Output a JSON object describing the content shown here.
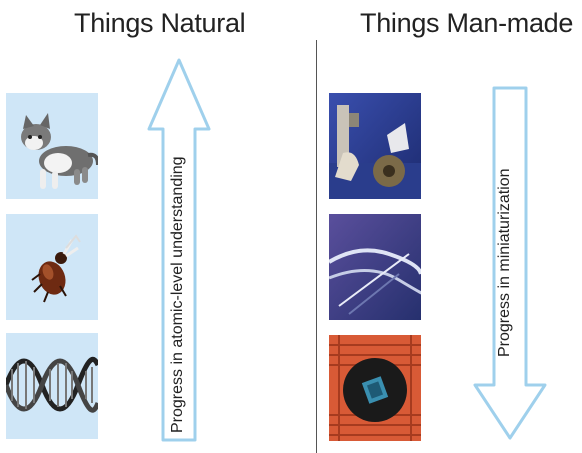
{
  "natural": {
    "title": "Things Natural",
    "arrow_label": "Progress in atomic-level understanding",
    "images": [
      "kitten-photo",
      "beetle-photo",
      "dna-double-helix-image"
    ]
  },
  "manmade": {
    "title": "Things Man-made",
    "arrow_label": "Progress in miniaturization",
    "images": [
      "machine-parts-photo",
      "optical-fiber-photo",
      "microchip-photo"
    ]
  },
  "colors": {
    "arrow_outline": "#9fd0ec",
    "tile_background": "#cfe6f7",
    "divider": "#555555"
  }
}
